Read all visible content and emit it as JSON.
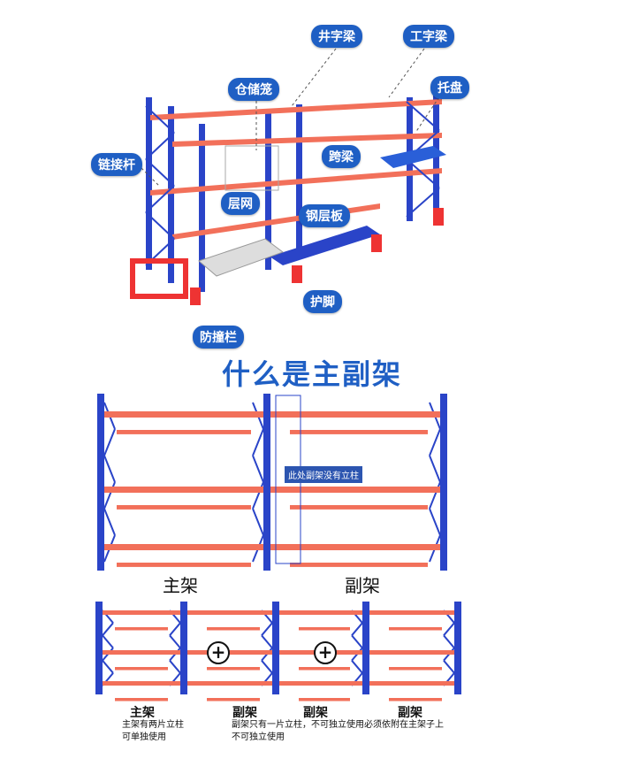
{
  "callouts": {
    "jingziliang": "井字梁",
    "gongziliang": "工字梁",
    "cangchulong": "仓储笼",
    "tuopan": "托盘",
    "lianjiegan": "链接杆",
    "kualiang": "跨梁",
    "cengwang": "层网",
    "gangcengban": "钢层板",
    "hujiao": "护脚",
    "fangzhuanglan": "防撞栏"
  },
  "title": "什么是主副架",
  "front": {
    "main_label": "主架",
    "sub_label": "副架",
    "sub_note": "此处副架没有立柱"
  },
  "bottom": {
    "labels": [
      "主架",
      "副架",
      "副架",
      "副架"
    ],
    "main_desc_1": "主架有两片立柱",
    "main_desc_2": "可单独使用",
    "sub_desc_1": "副架只有一片立柱，不可独立使用必须依附在主架子上",
    "sub_desc_2": "不可独立使用",
    "plus": "+"
  },
  "colors": {
    "upright": "#2a44c8",
    "beam": "#f2705a",
    "label": "#1f5fc4"
  }
}
